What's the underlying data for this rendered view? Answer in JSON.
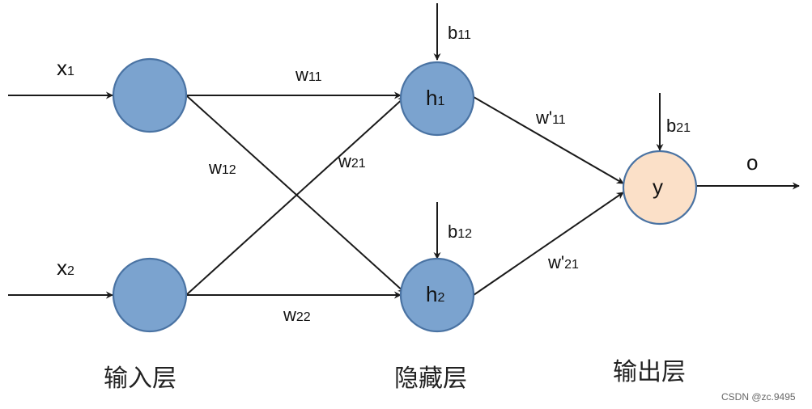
{
  "inputs": [
    {
      "base": "x",
      "sub": "1"
    },
    {
      "base": "x",
      "sub": "2"
    }
  ],
  "hidden": [
    {
      "base": "h",
      "sub": "1"
    },
    {
      "base": "h",
      "sub": "2"
    }
  ],
  "output_node": {
    "label": "y"
  },
  "output_signal": {
    "label": "o"
  },
  "weights": {
    "w11": {
      "base": "w",
      "sub": "11"
    },
    "w12": {
      "base": "w",
      "sub": "12"
    },
    "w21": {
      "base": "w",
      "sub": "21"
    },
    "w22": {
      "base": "w",
      "sub": "22"
    },
    "wp11": {
      "base": "w'",
      "sub": "11"
    },
    "wp21": {
      "base": "w'",
      "sub": "21"
    }
  },
  "biases": {
    "b11": {
      "base": "b",
      "sub": "11"
    },
    "b12": {
      "base": "b",
      "sub": "12"
    },
    "b21": {
      "base": "b",
      "sub": "21"
    }
  },
  "layers": {
    "input": "输入层",
    "hidden": "隐藏层",
    "output": "输出层"
  },
  "watermark": "CSDN @zc.9495",
  "colors": {
    "node_fill_blue": "#7ba3cf",
    "node_fill_output": "#fbe0c8",
    "node_stroke": "#4a73a3",
    "edge": "#1a1a1a"
  }
}
